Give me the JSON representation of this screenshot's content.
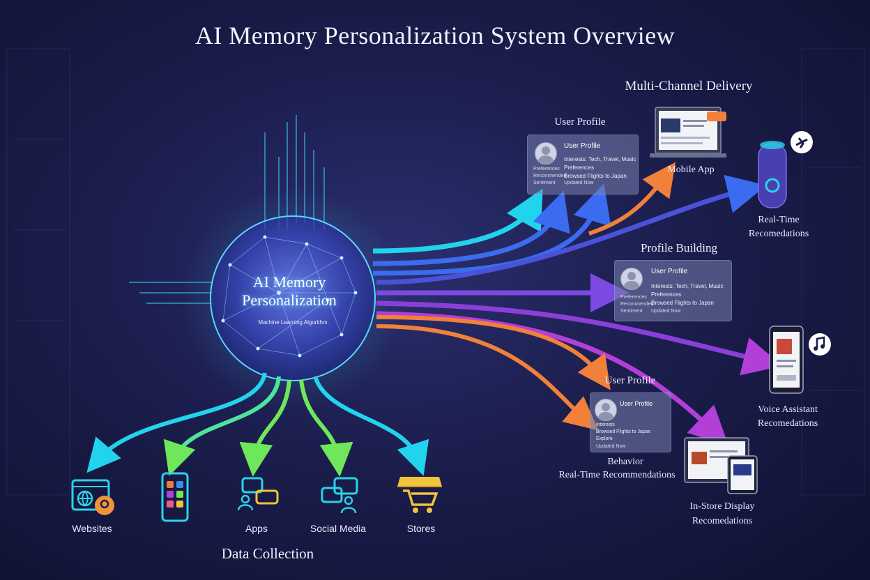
{
  "title": "AI Memory Personalization System Overview",
  "sphere": {
    "title": "AI Memory Personalization",
    "subtitle": "Machine Learning Algorithm"
  },
  "data_collection": {
    "label": "Data Collection",
    "sources": [
      {
        "label": "Websites",
        "icon": "globe-location-icon"
      },
      {
        "label": "",
        "icon": "smartphone-icon"
      },
      {
        "label": "Apps",
        "icon": "chat-users-icon"
      },
      {
        "label": "Social Media",
        "icon": "social-chat-icon"
      },
      {
        "label": "Stores",
        "icon": "shopping-cart-store-icon"
      }
    ]
  },
  "profiles": [
    {
      "header": "User Profile",
      "card_title": "User Profile",
      "lines": [
        "Interests: Tech, Travel, Music",
        "Preferences",
        "Browsed Flights to Japan"
      ],
      "meta": [
        "Preferences",
        "Recommended",
        "Sentiment"
      ],
      "footer": "Updated Now"
    },
    {
      "header": "Profile Building",
      "card_title": "User Profile",
      "lines": [
        "Interests: Tech, Travel, Music",
        "Preferences",
        "Browsed Flights to Japan"
      ],
      "meta": [
        "Preferences",
        "Recommended",
        "Sentiment"
      ],
      "footer": "Updated Now"
    },
    {
      "header": "User Profile",
      "card_title": "User Profile",
      "lines": [
        "Interests",
        "Browsed Flights to Japan",
        "Explore"
      ],
      "meta": [],
      "footer": "Updated Now"
    }
  ],
  "behavior_label": "Behavior",
  "behavior_sub": "Real-Time Recommendations",
  "delivery": {
    "header": "Multi-Channel Delivery",
    "channels": [
      {
        "label": "Mobile App",
        "icon": "laptop-icon"
      },
      {
        "label": "Real-Time Recomedations",
        "icon": "smart-speaker-icon"
      },
      {
        "label": "Voice Assistant Recomedations",
        "icon": "smartphone-icon"
      },
      {
        "label": "In-Store Display Recomedations",
        "icon": "display-devices-icon"
      }
    ]
  },
  "colors": {
    "cyan": "#22d3ee",
    "blue": "#3b6cf0",
    "violet": "#7b4ae0",
    "purple": "#b23fd8",
    "orange": "#f0803a",
    "green": "#6ee85a"
  }
}
